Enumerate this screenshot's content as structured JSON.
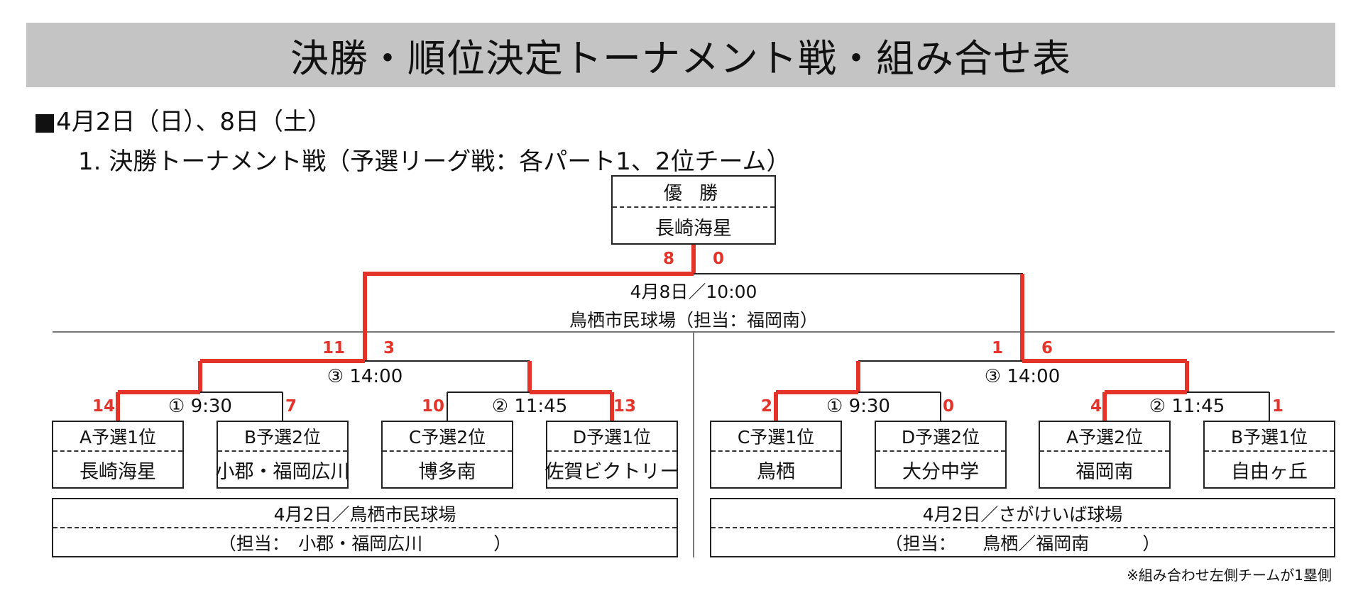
{
  "title": "決勝・順位決定トーナメント戦・組み合せ表",
  "date_header": "■4月2日（日）、8日（土）",
  "section_title": "1. 決勝トーナメント戦（予選リーグ戦：各パート1、2位チーム）",
  "winner": {
    "label": "優 勝",
    "team": "長崎海星"
  },
  "final": {
    "score_left": "8",
    "score_right": "0",
    "datetime": "4月8日／10:00",
    "venue": "鳥栖市民球場（担当：福岡南）"
  },
  "semis": [
    {
      "label": "③ 14:00",
      "score_left": "11",
      "score_right": "3"
    },
    {
      "label": "③ 14:00",
      "score_left": "1",
      "score_right": "6"
    }
  ],
  "first_round": [
    {
      "label": "① 9:30",
      "score_left": "14",
      "score_right": "7"
    },
    {
      "label": "② 11:45",
      "score_left": "10",
      "score_right": "13"
    },
    {
      "label": "① 9:30",
      "score_left": "2",
      "score_right": "0"
    },
    {
      "label": "② 11:45",
      "score_left": "4",
      "score_right": "1"
    }
  ],
  "teams": [
    {
      "seed": "A予選1位",
      "name": "長崎海星"
    },
    {
      "seed": "B予選2位",
      "name": "小郡・福岡広川"
    },
    {
      "seed": "C予選2位",
      "name": "博多南"
    },
    {
      "seed": "D予選1位",
      "name": "佐賀ビクトリー"
    },
    {
      "seed": "C予選1位",
      "name": "鳥栖"
    },
    {
      "seed": "D予選2位",
      "name": "大分中学"
    },
    {
      "seed": "A予選2位",
      "name": "福岡南"
    },
    {
      "seed": "B予選1位",
      "name": "自由ヶ丘"
    }
  ],
  "venues": [
    {
      "date_place": "4月2日／鳥栖市民球場",
      "charge": "（担当：　小郡・福岡広川　　　　）"
    },
    {
      "date_place": "4月2日／さがけいば球場",
      "charge": "（担当：　　鳥栖／福岡南　　　）"
    }
  ],
  "note": "※組み合わせ左側チームが1塁側",
  "colors": {
    "winner_line": "#e4342a",
    "line": "#222222",
    "title_bg": "#c4c4c4"
  }
}
